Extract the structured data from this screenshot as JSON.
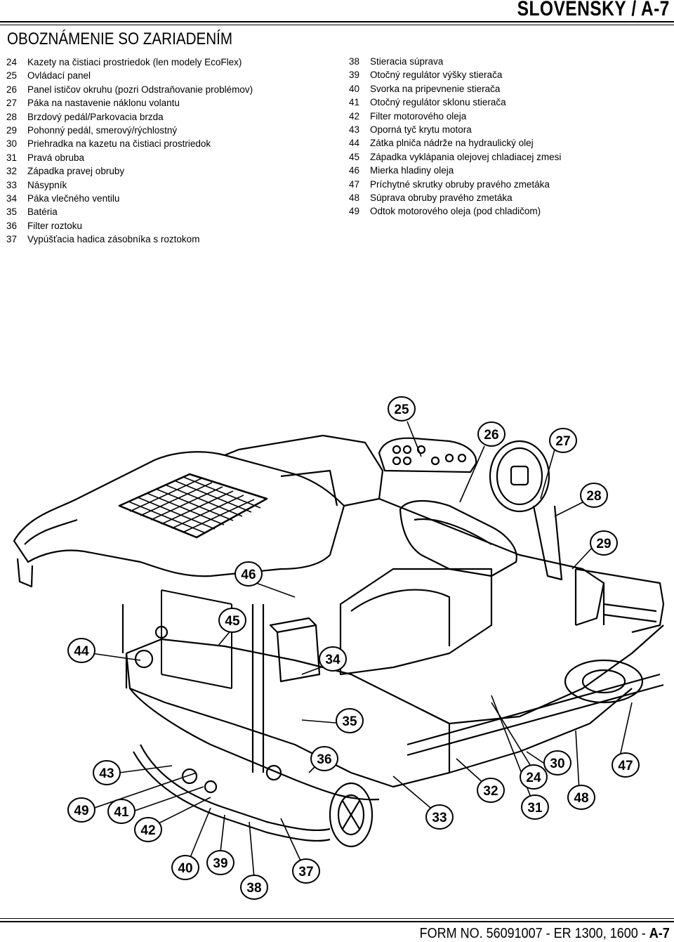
{
  "header": {
    "language_page": "SLOVENSKÝ / A-7"
  },
  "section": {
    "title": "OBOZNÁMENIE SO ZARIADENÍM"
  },
  "legend_left": [
    {
      "num": "24",
      "text": "Kazety na čistiaci prostriedok (len modely EcoFlex)"
    },
    {
      "num": "25",
      "text": "Ovládací panel"
    },
    {
      "num": "26",
      "text": "Panel ističov okruhu (pozri Odstraňovanie problémov)"
    },
    {
      "num": "27",
      "text": "Páka na nastavenie náklonu volantu"
    },
    {
      "num": "28",
      "text": "Brzdový pedál/Parkovacia brzda"
    },
    {
      "num": "29",
      "text": "Pohonný pedál, smerový/rýchlostný"
    },
    {
      "num": "30",
      "text": "Priehradka na kazetu na čistiaci prostriedok"
    },
    {
      "num": "31",
      "text": "Pravá obruba"
    },
    {
      "num": "32",
      "text": "Západka pravej obruby"
    },
    {
      "num": "33",
      "text": "Násypník"
    },
    {
      "num": "34",
      "text": "Páka vlečného ventilu"
    },
    {
      "num": "35",
      "text": "Batéria"
    },
    {
      "num": "36",
      "text": "Filter roztoku"
    },
    {
      "num": "37",
      "text": "Vypúšťacia hadica zásobníka s roztokom"
    }
  ],
  "legend_right": [
    {
      "num": "38",
      "text": "Stieracia súprava"
    },
    {
      "num": "39",
      "text": "Otočný regulátor výšky stierača"
    },
    {
      "num": "40",
      "text": "Svorka na pripevnenie stierača"
    },
    {
      "num": "41",
      "text": "Otočný regulátor sklonu stierača"
    },
    {
      "num": "42",
      "text": "Filter motorového oleja"
    },
    {
      "num": "43",
      "text": "Oporná tyč krytu motora"
    },
    {
      "num": "44",
      "text": "Zátka plniča nádrže na hydraulický olej"
    },
    {
      "num": "45",
      "text": "Západka vyklápania olejovej chladiacej zmesi"
    },
    {
      "num": "46",
      "text": "Mierka hladiny oleja"
    },
    {
      "num": "47",
      "text": "Príchytné skrutky obruby pravého zmetáka"
    },
    {
      "num": "48",
      "text": "Súprava obruby pravého zmetáka"
    },
    {
      "num": "49",
      "text": "Odtok motorového oleja (pod chladičom)"
    }
  ],
  "callouts": [
    "25",
    "26",
    "27",
    "28",
    "29",
    "46",
    "45",
    "44",
    "34",
    "35",
    "36",
    "43",
    "30",
    "47",
    "24",
    "32",
    "48",
    "33",
    "31",
    "49",
    "41",
    "42",
    "40",
    "39",
    "38",
    "37"
  ],
  "footer": {
    "form": "FORM NO. 56091007 - ER 1300, 1600 - ",
    "page": "A-7"
  }
}
